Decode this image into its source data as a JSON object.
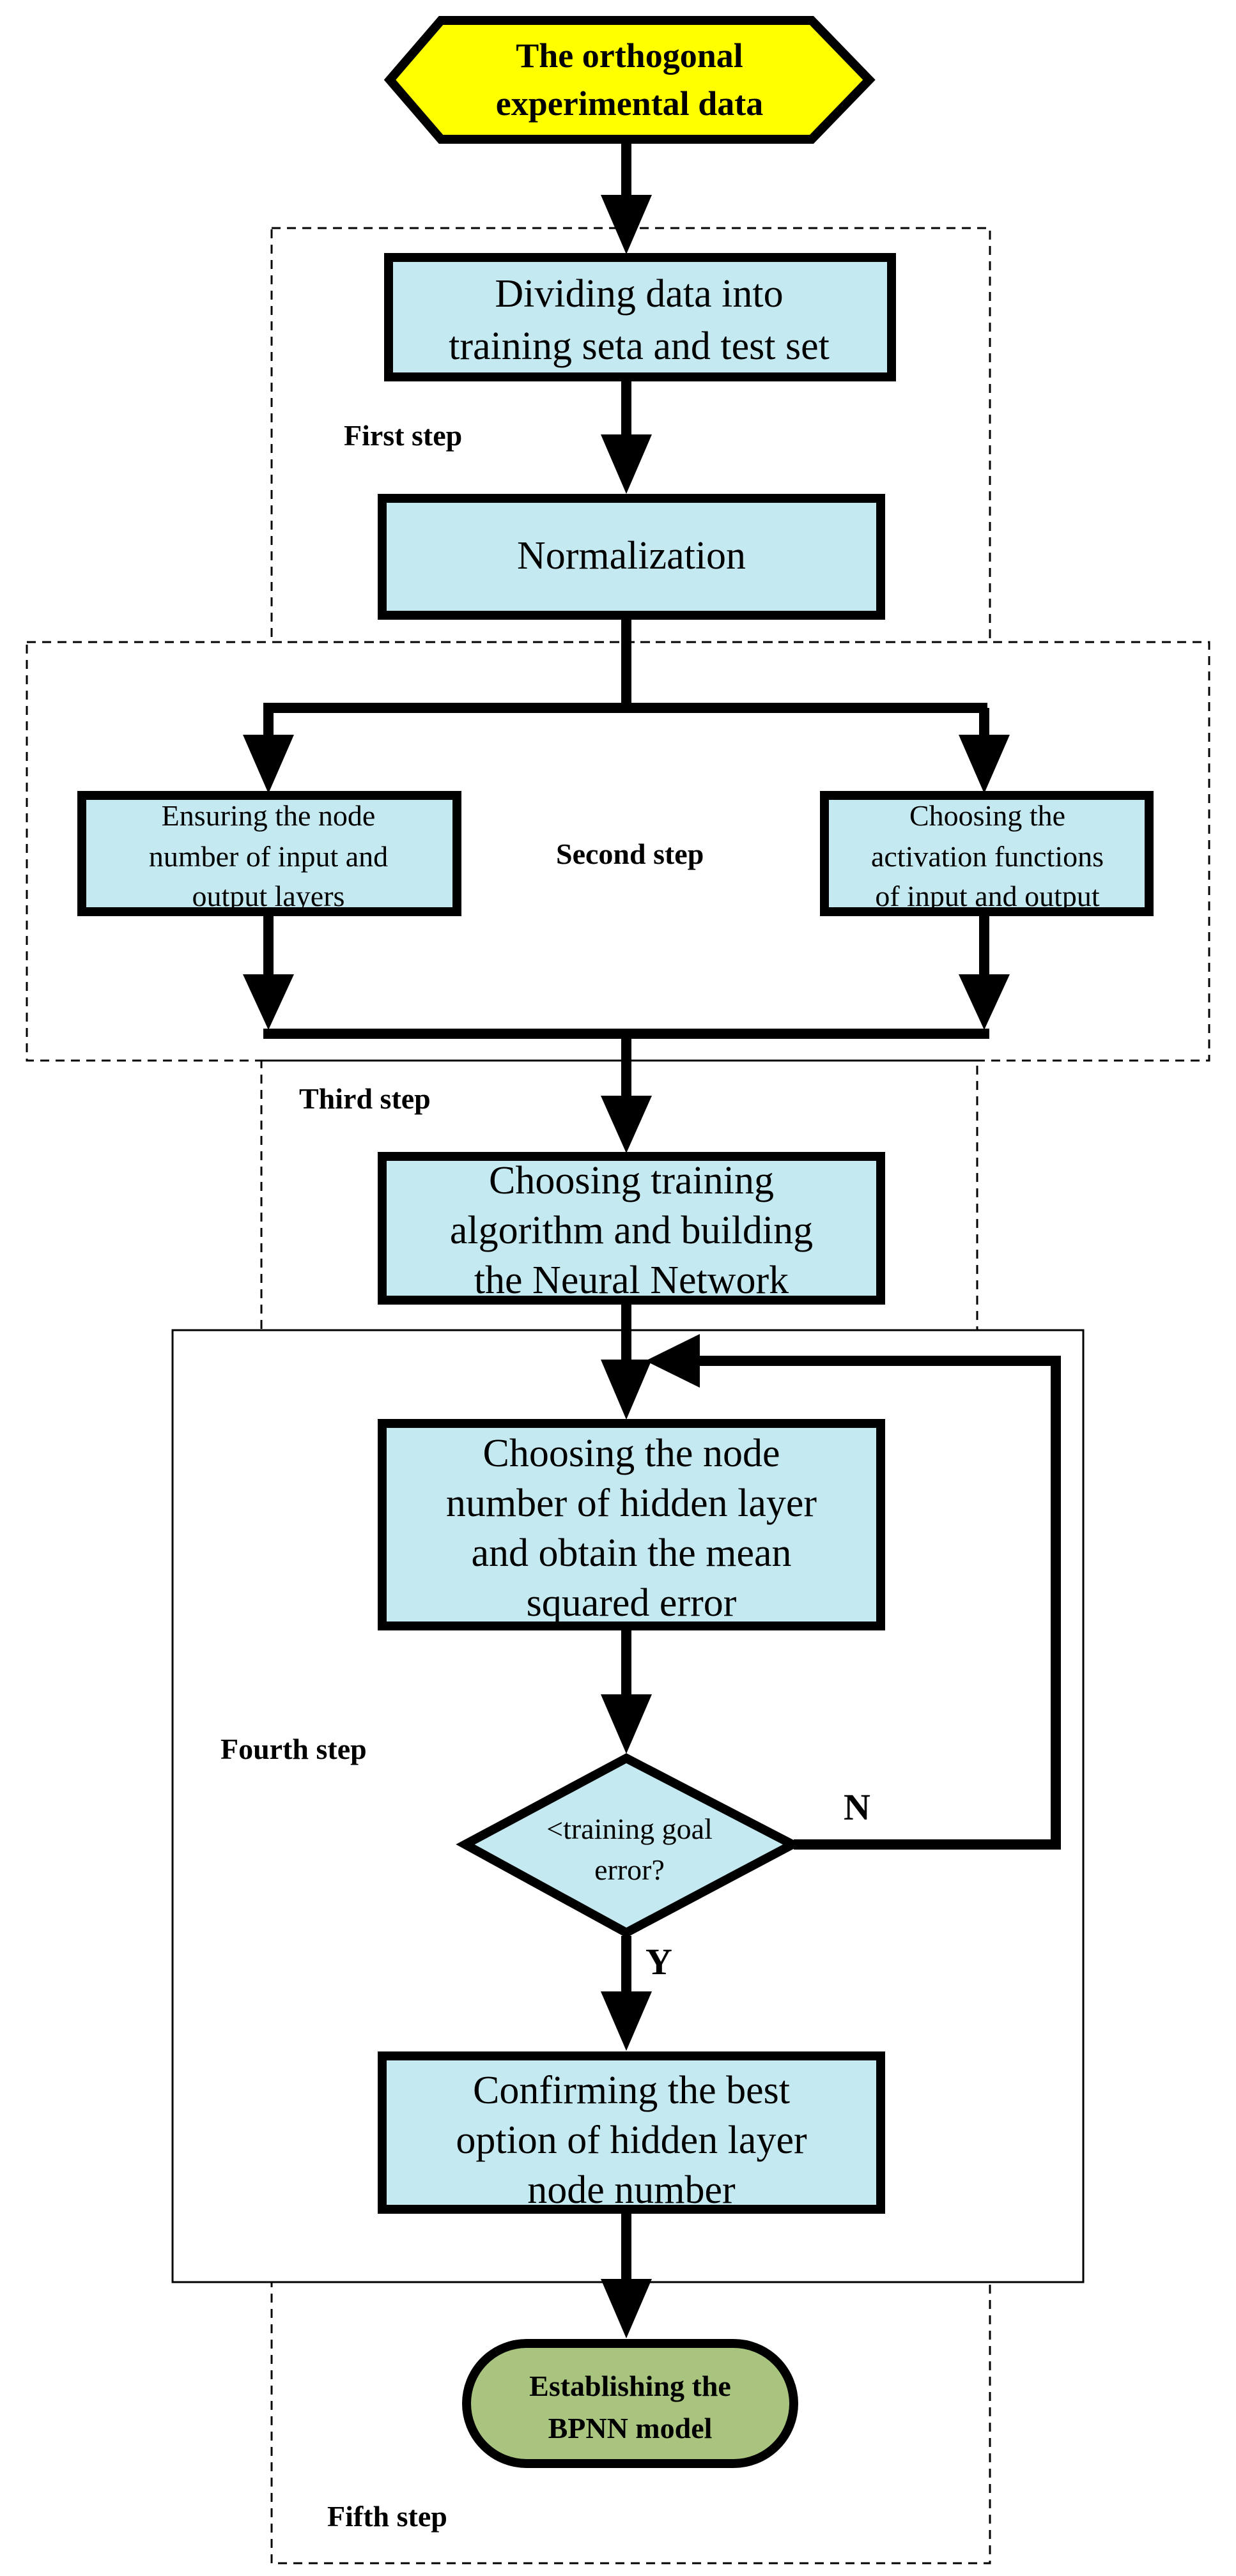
{
  "nodes": {
    "start": {
      "lines": [
        "The orthogonal",
        "experimental data"
      ]
    },
    "divide": {
      "lines": [
        "Dividing data into",
        "training seta and test set"
      ]
    },
    "normalize": {
      "lines": [
        "Normalization"
      ]
    },
    "ensure_nodes": {
      "lines": [
        "Ensuring the node",
        "number of input and",
        "output layers"
      ]
    },
    "activation": {
      "lines": [
        "Choosing the",
        "activation functions",
        "of input and output"
      ]
    },
    "training_alg": {
      "lines": [
        "Choosing training",
        "algorithm and building",
        "the Neural Network"
      ]
    },
    "hidden_nodes": {
      "lines": [
        "Choosing the node",
        "number of hidden layer",
        "and obtain the mean",
        "squared error"
      ]
    },
    "decision": {
      "lines": [
        "<training goal",
        "error?"
      ]
    },
    "confirm": {
      "lines": [
        "Confirming the best",
        "option of hidden layer",
        "node number"
      ]
    },
    "end": {
      "lines": [
        "Establishing the",
        "BPNN model"
      ]
    }
  },
  "steps": {
    "first": "First step",
    "second": "Second step",
    "third": "Third step",
    "fourth": "Fourth step",
    "fifth": "Fifth step"
  },
  "branches": {
    "no": "N",
    "yes": "Y"
  },
  "colors": {
    "start_fill": "#ffff00",
    "process_fill": "#c5e9f0",
    "end_fill": "#a9c47f",
    "stroke": "#000000"
  }
}
